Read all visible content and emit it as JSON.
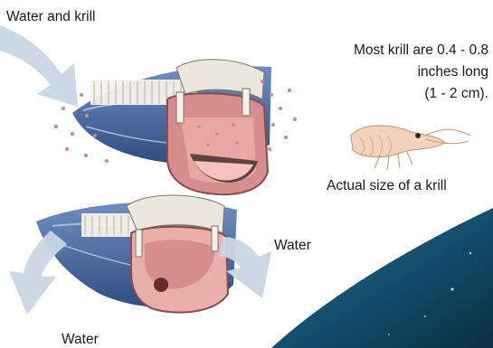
{
  "labels": {
    "water_and_krill": "Water and krill",
    "water_right": "Water",
    "water_bottom": "Water",
    "krill_size_lines": [
      "Most krill are 0.4 - 0.8",
      "inches long",
      "(1 - 2 cm)."
    ],
    "actual_size": "Actual size of a krill"
  },
  "icons": {
    "inflow_arrow": "inflow-arrow-icon",
    "outflow_arrows": "outflow-arrow-icon",
    "krill": "krill-icon"
  },
  "colors": {
    "arrow": "#c9d6e2",
    "whale_blue": "#4a6fa8",
    "whale_dark": "#2f4d80",
    "tongue_pink": "#e9a7a1",
    "mouth_flesh": "#f2c4bd",
    "baleen": "#f4f1ea",
    "krill_dot": "#c98a80",
    "ocean": "#14506e",
    "ocean_deep": "#0b2f46"
  }
}
